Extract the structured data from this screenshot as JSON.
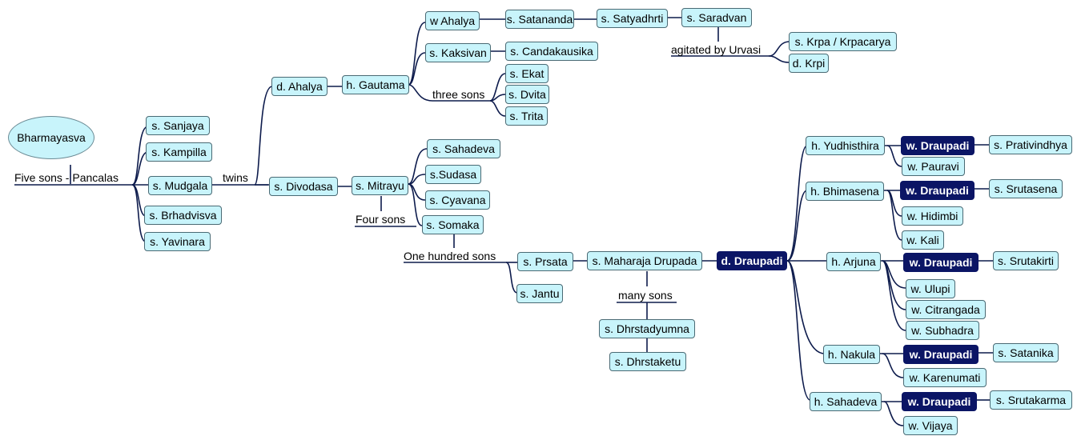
{
  "root": "Bharmayasva",
  "labels": {
    "five_sons": "Five sons - Pancalas",
    "twins": "twins",
    "three_sons": "three sons",
    "agitated": "agitated by Urvasi",
    "four_sons": "Four sons",
    "hundred_sons": "One hundred sons",
    "many_sons": "many sons"
  },
  "nodes": {
    "sanjaya": "s. Sanjaya",
    "kampilla": "s. Kampilla",
    "mudgala": "s. Mudgala",
    "brhadvisva": "s. Brhadvisva",
    "yavinara": "s. Yavinara",
    "ahalya_d": "d. Ahalya",
    "divodasa": "s. Divodasa",
    "gautama": "h. Gautama",
    "ahalya_w": "w Ahalya",
    "kaksivan": "s. Kaksivan",
    "ekat": "s. Ekat",
    "dvita": "s. Dvita",
    "trita": "s. Trita",
    "satananda": "s. Satananda",
    "satyadhrti": "s. Satyadhrti",
    "saradvan": "s. Saradvan",
    "krpa": "s. Krpa / Krpacarya",
    "krpi": "d. Krpi",
    "candakausika": "s. Candakausika",
    "mitrayu": "s. Mitrayu",
    "sahadeva_s": "s. Sahadeva",
    "sudasa": "s.Sudasa",
    "cyavana": "s. Cyavana",
    "somaka": "s. Somaka",
    "prsata": "s. Prsata",
    "jantu": "s. Jantu",
    "drupada": "s. Maharaja Drupada",
    "draupadi_d": "d. Draupadi",
    "dhrstadyumna": "s. Dhrstadyumna",
    "dhrstaketu": "s. Dhrstaketu",
    "yudhisthira": "h. Yudhisthira",
    "bhimasena": "h. Bhimasena",
    "arjuna": "h. Arjuna",
    "nakula": "h. Nakula",
    "sahadeva_h": "h. Sahadeva",
    "wd1": "w. Draupadi",
    "wd2": "w. Draupadi",
    "wd3": "w. Draupadi",
    "wd4": "w. Draupadi",
    "wd5": "w. Draupadi",
    "pauravi": "w. Pauravi",
    "hidimbi": "w. Hidimbi",
    "kali": "w. Kali",
    "ulupi": "w. Ulupi",
    "citrangada": "w. Citrangada",
    "subhadra": "w. Subhadra",
    "karenumati": "w. Karenumati",
    "vijaya": "w. Vijaya",
    "prativindhya": "s. Prativindhya",
    "srutasena": "s. Srutasena",
    "srutakirti": "s. Srutakirti",
    "satanika": "s. Satanika",
    "srutakarma": "s. Srutakarma"
  }
}
